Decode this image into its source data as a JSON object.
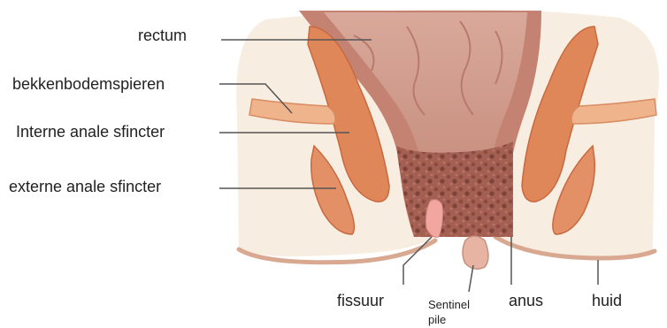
{
  "labels": {
    "rectum": "rectum",
    "pelvic_floor": "bekkenbodemspieren",
    "internal_sphincter": "Interne anale sfincter",
    "external_sphincter": "externe anale sfincter",
    "fissure": "fissuur",
    "sentinel_line1": "Sentinel",
    "sentinel_line2": "pile",
    "anus": "anus",
    "skin": "huid"
  },
  "colors": {
    "skin": "#f8ede1",
    "skin_edge": "#d9a890",
    "rectum_wall": "#c98f7c",
    "rectum_inner": "#d6a597",
    "mucosa_dark": "#8a4a40",
    "muscle": "#e0875a",
    "muscle_light": "#f0b48d",
    "leader_line": "#555555",
    "fissure": "#f2a6a0"
  }
}
